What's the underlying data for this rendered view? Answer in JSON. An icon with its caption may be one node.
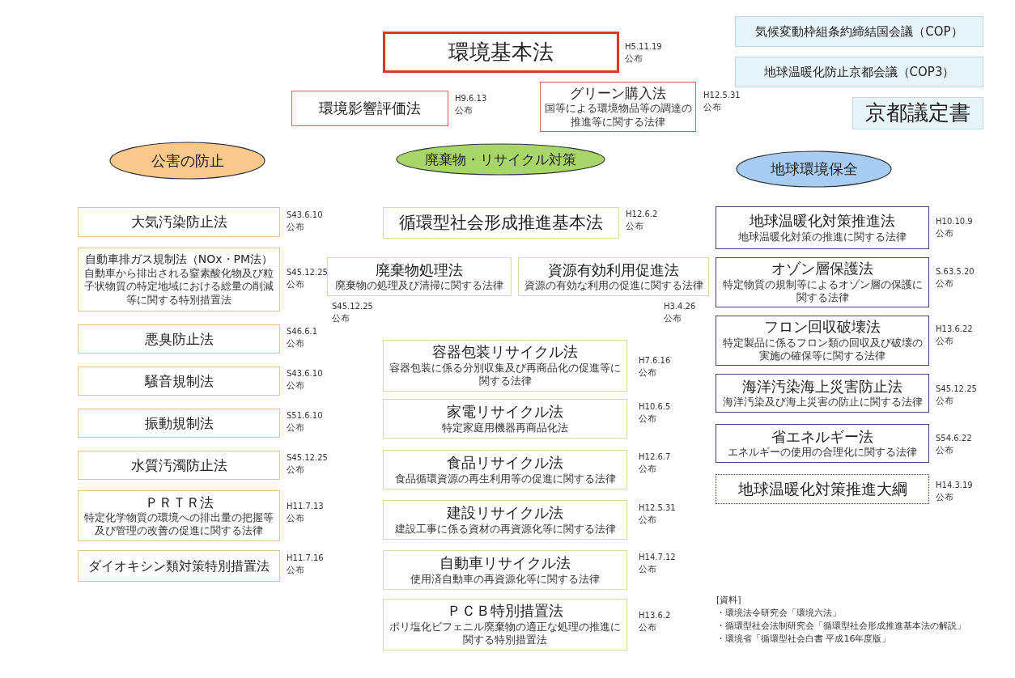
{
  "diagram": {
    "nodes": [
      {
        "text": [
          "環境基本法"
        ],
        "beside": [
          "H5.11.19",
          "公布"
        ]
      },
      {
        "text": [
          "気候変動枠組条約締結国会議（COP）"
        ]
      },
      {
        "text": [
          "地球温暖化防止京都会議（COP3）"
        ]
      },
      {
        "text": [
          "環境影響評価法"
        ],
        "beside": [
          "H9.6.13",
          "公布"
        ]
      },
      {
        "text": [
          "グリーン購入法",
          "国等による環境物品等の調達の推進等に関する法律"
        ],
        "beside": [
          "H12.5.31",
          "公布"
        ]
      },
      {
        "text": [
          "京都議定書"
        ]
      },
      {
        "text": [
          "公害の防止"
        ]
      },
      {
        "text": [
          "廃棄物・リサイクル対策"
        ]
      },
      {
        "text": [
          "地球環境保全"
        ]
      },
      {
        "text": [
          "大気汚染防止法"
        ],
        "beside": [
          "S43.6.10",
          "公布"
        ]
      },
      {
        "text": [
          "自動車排ガス規制法（NOx・PM法）",
          "自動車から排出される窒素酸化物及び粒子状物質の特定地域における総量の削減等に関する特別措置法"
        ],
        "beside": [
          "S45.12.25",
          "公布"
        ]
      },
      {
        "text": [
          "悪臭防止法"
        ],
        "beside": [
          "S46.6.1",
          "公布"
        ]
      },
      {
        "text": [
          "騒音規制法"
        ],
        "beside": [
          "S43.6.10",
          "公布"
        ]
      },
      {
        "text": [
          "振動規制法"
        ],
        "beside": [
          "S51.6.10",
          "公布"
        ]
      },
      {
        "text": [
          "水質汚濁防止法"
        ],
        "beside": [
          "S45.12.25",
          "公布"
        ]
      },
      {
        "text": [
          "ＰＲＴＲ法",
          "特定化学物質の環境への排出量の把握等及び管理の改善の促進に関する法律"
        ],
        "beside": [
          "H11.7.13",
          "公布"
        ]
      },
      {
        "text": [
          "ダイオキシン類対策特別措置法"
        ],
        "beside": [
          "H11.7.16",
          "公布"
        ]
      },
      {
        "text": [
          "循環型社会形成推進基本法"
        ],
        "beside": [
          "H12.6.2",
          "公布"
        ]
      },
      {
        "text": [
          "廃棄物処理法",
          "廃棄物の処理及び清掃に関する法律"
        ],
        "beside": [
          "S45.12.25",
          "公布"
        ]
      },
      {
        "text": [
          "資源有効利用促進法",
          "資源の有効な利用の促進に関する法律"
        ],
        "beside": [
          "H3.4.26",
          "公布"
        ]
      },
      {
        "text": [
          "容器包装リサイクル法",
          "容器包装に係る分別収集及び再商品化の促進等に関する法律"
        ],
        "beside": [
          "H7.6.16",
          "公布"
        ]
      },
      {
        "text": [
          "家電リサイクル法",
          "特定家庭用機器再商品化法"
        ],
        "beside": [
          "H10.6.5",
          "公布"
        ]
      },
      {
        "text": [
          "食品リサイクル法",
          "食品循環資源の再生利用等の促進に関する法律"
        ],
        "beside": [
          "H12.6.7",
          "公布"
        ]
      },
      {
        "text": [
          "建設リサイクル法",
          "建設工事に係る資材の再資源化等に関する法律"
        ],
        "beside": [
          "H12.5.31",
          "公布"
        ]
      },
      {
        "text": [
          "自動車リサイクル法",
          "使用済自動車の再資源化等に関する法律"
        ],
        "beside": [
          "H14.7.12",
          "公布"
        ]
      },
      {
        "text": [
          "ＰＣＢ特別措置法",
          "ポリ塩化ビフェニル廃棄物の適正な処理の推進に関する特別措置法"
        ],
        "beside": [
          "H13.6.2",
          "公布"
        ]
      },
      {
        "text": [
          "地球温暖化対策推進法",
          "地球温暖化対策の推進に関する法律"
        ],
        "beside": [
          "H10.10.9",
          "公布"
        ]
      },
      {
        "text": [
          "オゾン層保護法",
          "特定物質の規制等によるオゾン層の保護に関する法律"
        ],
        "beside": [
          "S.63.5.20",
          "公布"
        ]
      },
      {
        "text": [
          "フロン回収破壊法",
          "特定製品に係るフロン類の回収及び破壊の実施の確保等に関する法律"
        ],
        "beside": [
          "H13.6.22",
          "公布"
        ]
      },
      {
        "text": [
          "海洋汚染海上災害防止法",
          "海洋汚染及び海上災害の防止に関する法律"
        ],
        "beside": [
          "S45.12.25",
          "公布"
        ]
      },
      {
        "text": [
          "省エネルギー法",
          "エネルギーの使用の合理化に関する法律"
        ],
        "beside": [
          "S54.6.22",
          "公布"
        ]
      },
      {
        "text": [
          "地球温暖化対策推進大綱"
        ],
        "beside": [
          "H14.3.19",
          "公布"
        ]
      }
    ],
    "labels": [
      "[資料]",
      "・環境法令研究会「環境六法」",
      "・循環型社会法制研究会「循環型社会形成推進基本法の解説」",
      "・環境省「循環型社会白書 平成16年度版」"
    ]
  }
}
